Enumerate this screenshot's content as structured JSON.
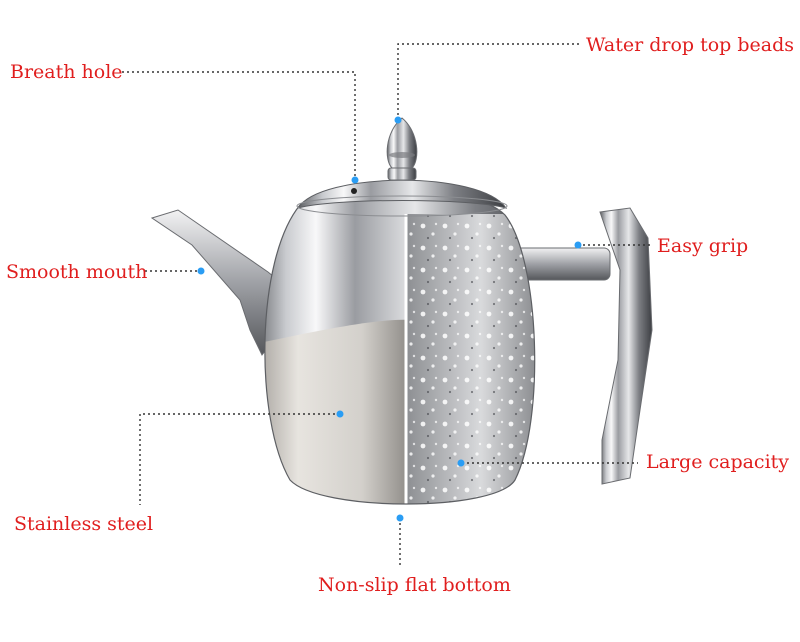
{
  "labels": {
    "breath_hole": "Breath hole",
    "water_drop": "Water drop top beads",
    "smooth_mouth": "Smooth mouth",
    "easy_grip": "Easy grip",
    "large_capacity": "Large capacity",
    "stainless_steel": "Stainless steel",
    "non_slip": "Non-slip flat bottom"
  },
  "colors": {
    "label_text": "#e01e1e",
    "leader_line": "#333333",
    "callout_dot": "#2a9df4"
  }
}
